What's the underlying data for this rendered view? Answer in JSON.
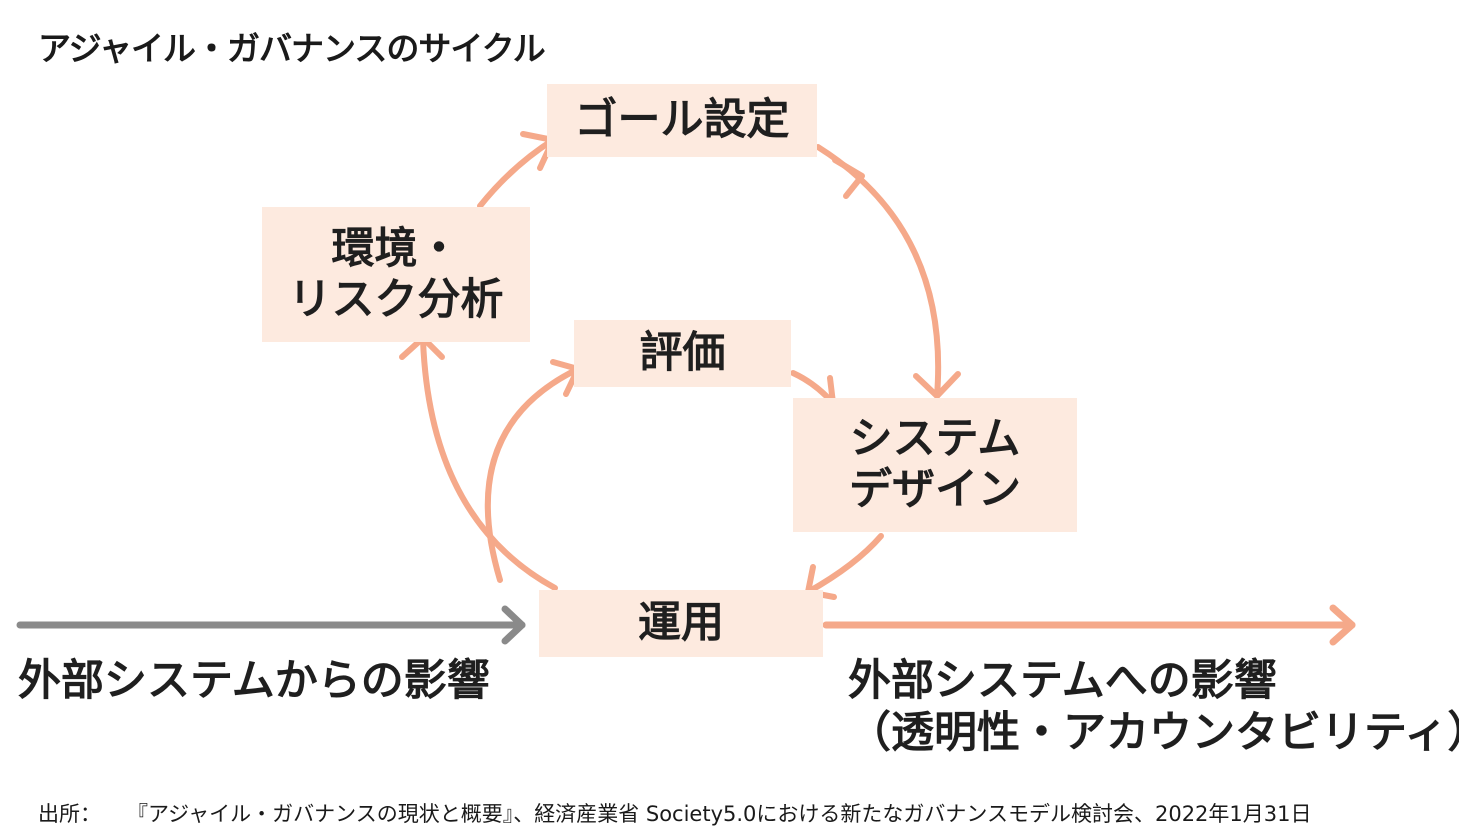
{
  "title": "アジャイル・ガバナンスのサイクル",
  "boxes": {
    "goal": {
      "label": "ゴール設定"
    },
    "env": {
      "line1": "環境・",
      "line2": "リスク分析"
    },
    "eval": {
      "label": "評価"
    },
    "system": {
      "line1": "システム",
      "line2": "デザイン"
    },
    "ops": {
      "label": "運用"
    }
  },
  "external": {
    "in_label": "外部システムからの影響",
    "out_line1": "外部システムへの影響",
    "out_line2": "（透明性・アカウンタビリティ）"
  },
  "source": {
    "label": "出所：",
    "text": "『アジャイル・ガバナンスの現状と概要』、経済産業省 Society5.0における新たなガバナンスモデル検討会、2022年1月31日"
  },
  "colors": {
    "cycle_arrow": "#f5a98a",
    "box_fill": "#fdeadf",
    "input_arrow": "#8a8a8a",
    "output_arrow": "#f5a98a"
  }
}
